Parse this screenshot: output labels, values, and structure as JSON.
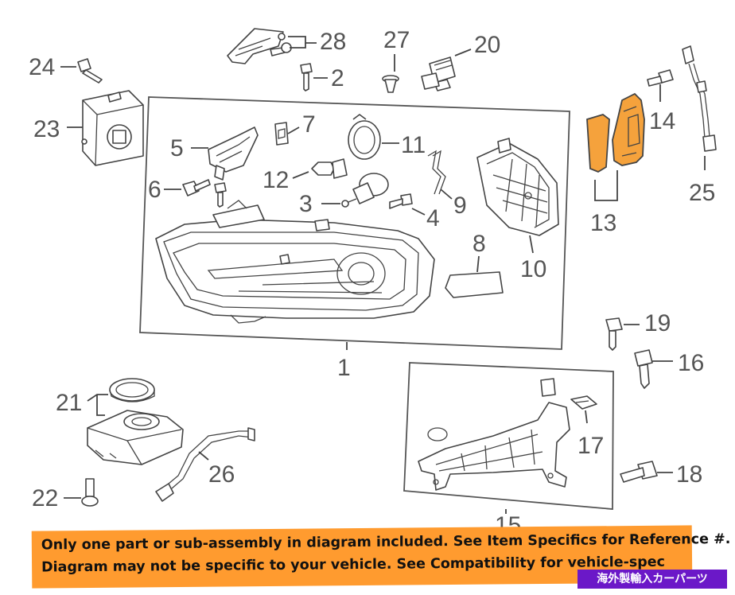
{
  "callouts": {
    "c1": "1",
    "c2": "2",
    "c3": "3",
    "c4": "4",
    "c5": "5",
    "c6": "6",
    "c7": "7",
    "c8": "8",
    "c9": "9",
    "c10": "10",
    "c11": "11",
    "c12": "12",
    "c13": "13",
    "c14": "14",
    "c15": "15",
    "c16": "16",
    "c17": "17",
    "c18": "18",
    "c19": "19",
    "c20": "20",
    "c21": "21",
    "c22": "22",
    "c23": "23",
    "c24": "24",
    "c25": "25",
    "c26": "26",
    "c27": "27",
    "c28": "28"
  },
  "notice": {
    "line1": "Only one part or sub-assembly in diagram included. See Item Specifics for Reference #.",
    "line2": "Diagram may not be specific to your vehicle. See Compatibility for vehicle-spec"
  },
  "badge": {
    "text": "海外製輸入カーパーツ"
  },
  "colors": {
    "banner": "#ff9b2f",
    "badge": "#6b18c8",
    "highlight": "#f5a23c"
  }
}
